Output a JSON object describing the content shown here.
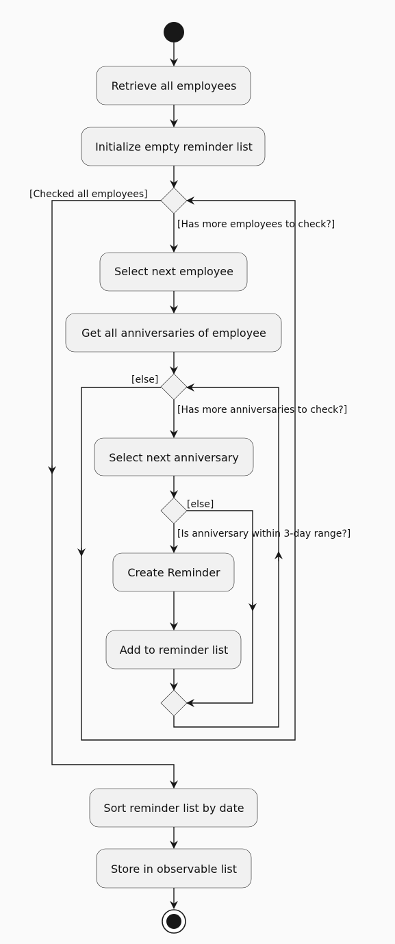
{
  "diagram": {
    "activities": {
      "retrieve": "Retrieve all employees",
      "init": "Initialize empty reminder list",
      "select_employee": "Select next employee",
      "get_anniversaries": "Get all anniversaries of employee",
      "select_anniversary": "Select next anniversary",
      "create_reminder": "Create Reminder",
      "add_reminder": "Add to reminder list",
      "sort": "Sort reminder list by date",
      "store": "Store in observable list"
    },
    "guards": {
      "checked_all": "[Checked all employees]",
      "more_employees": "[Has more employees to check?]",
      "else_outer": "[else]",
      "more_anniversaries": "[Has more anniversaries to check?]",
      "else_inner": "[else]",
      "within_range": "[Is anniversary within 3-day range?]"
    }
  }
}
